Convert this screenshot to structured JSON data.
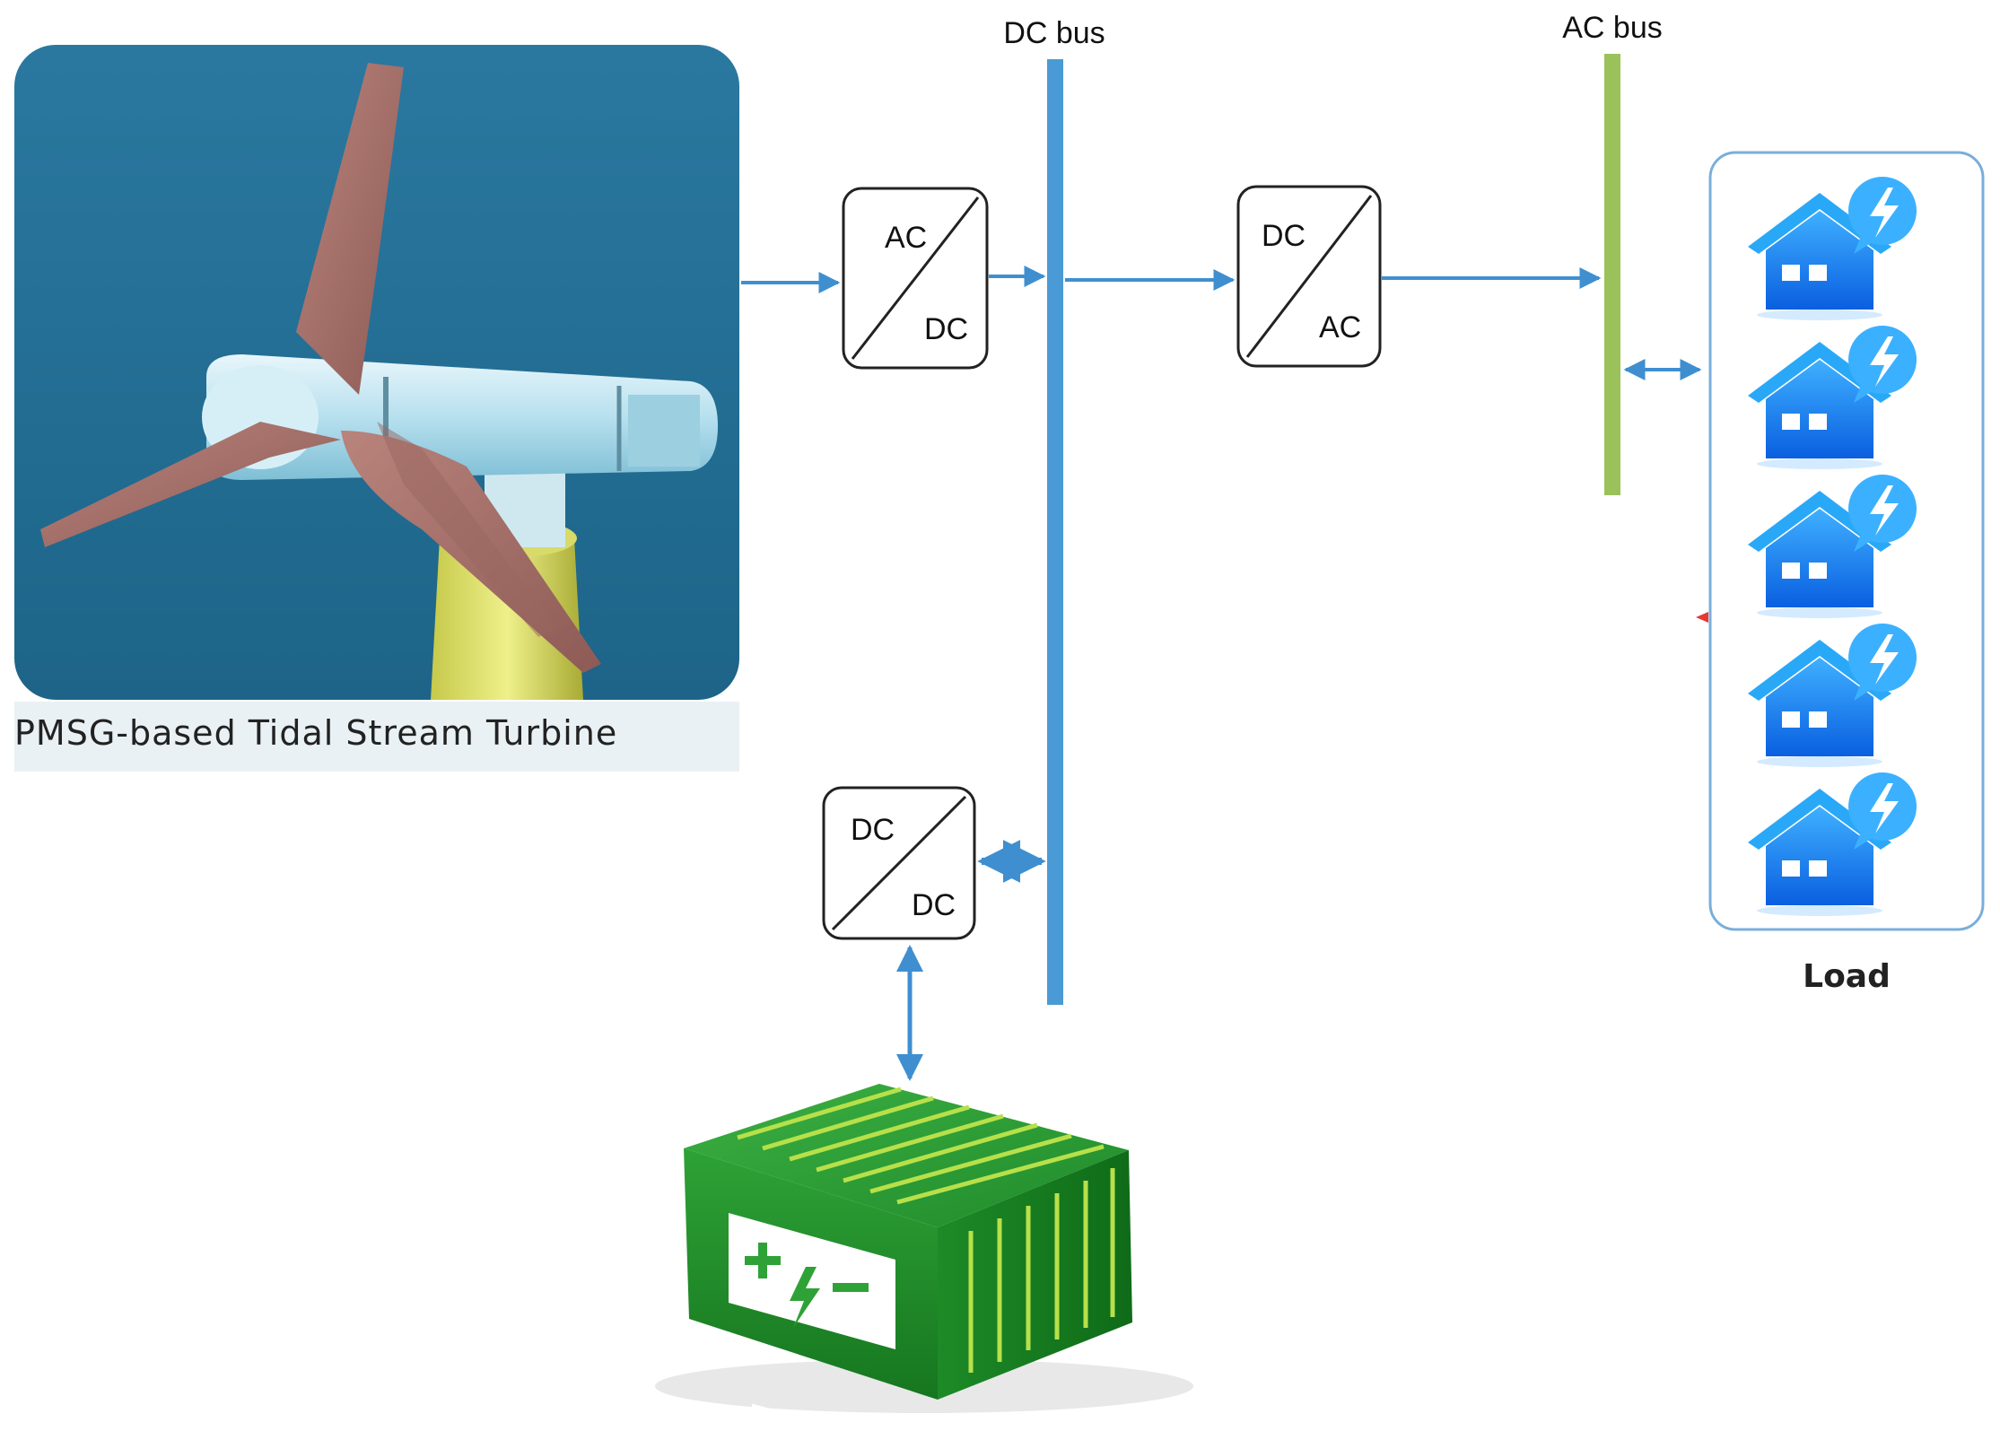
{
  "turbine": {
    "caption": "PMSG-based Tidal Stream Turbine"
  },
  "dc_bus": {
    "label": "DC bus"
  },
  "ac_bus": {
    "label": "AC bus"
  },
  "converters": {
    "rectifier": {
      "top": "AC",
      "bottom": "DC"
    },
    "inverter": {
      "top": "DC",
      "bottom": "AC"
    },
    "battery_converter": {
      "top": "DC",
      "bottom": "DC"
    }
  },
  "load": {
    "caption": "Load",
    "house_count": 5
  },
  "colors": {
    "dc_bus": "#4a9ad6",
    "ac_bus": "#9bc25a",
    "line": "#3f8fd0",
    "house": "#1e88f5",
    "battery": "#2e9e35",
    "sea": "#1f6e95"
  }
}
